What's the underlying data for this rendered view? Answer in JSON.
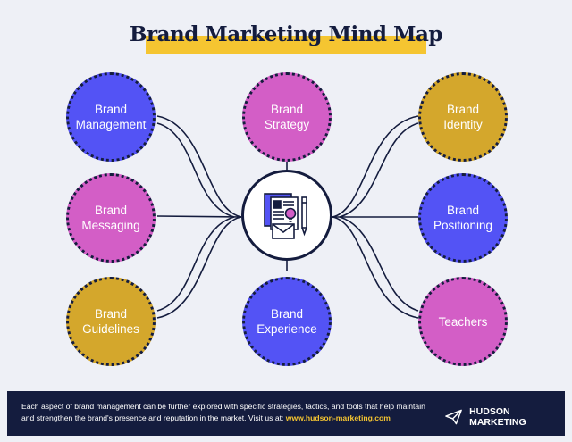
{
  "title": "Brand Marketing Mind Map",
  "colors": {
    "blue": "#5353f5",
    "magenta": "#d35ec6",
    "gold": "#d4a72c",
    "navy": "#141c3e",
    "accent": "#f5c531"
  },
  "nodes": [
    {
      "lines": [
        "Brand",
        "Management"
      ],
      "color": "blue"
    },
    {
      "lines": [
        "Brand",
        "Strategy"
      ],
      "color": "magenta"
    },
    {
      "lines": [
        "Brand Identity"
      ],
      "color": "gold"
    },
    {
      "lines": [
        "Brand",
        "Messaging"
      ],
      "color": "magenta"
    },
    {
      "lines": [
        "Brand",
        "Positioning"
      ],
      "color": "blue"
    },
    {
      "lines": [
        "Brand",
        "Guidelines"
      ],
      "color": "gold"
    },
    {
      "lines": [
        "Brand",
        "Experience"
      ],
      "color": "blue"
    },
    {
      "lines": [
        "Teachers"
      ],
      "color": "magenta"
    }
  ],
  "center_icon": "marketing-documents-icon",
  "footer": {
    "text": "Each aspect of brand management can be further explored with specific strategies, tactics, and tools that help maintain and strengthen the brand's presence and reputation in the market. Visit us at: ",
    "link": "www.hudson-marketing.com",
    "brand": "HUDSON MARKETING",
    "brand_icon": "paper-plane-icon"
  }
}
